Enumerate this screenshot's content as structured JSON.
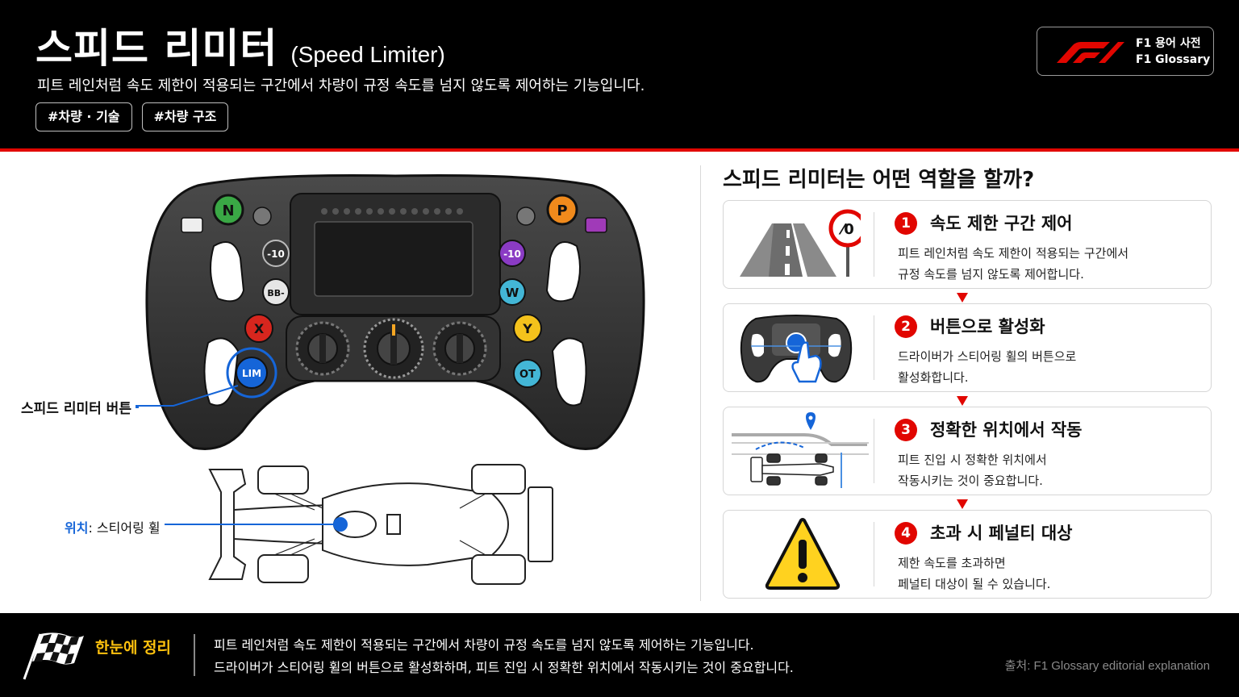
{
  "header": {
    "title": "스피드 리미터",
    "title_en": "(Speed Limiter)",
    "subtitle": "피트 레인처럼 속도 제한이 적용되는 구간에서 차량이 규정 속도를 넘지 않도록 제어하는 기능입니다.",
    "tags": [
      "#차량 · 기술",
      "#차량 구조"
    ],
    "logo_line1": "F1 용어 사전",
    "logo_line2": "F1 Glossary"
  },
  "illustration": {
    "button_labels": {
      "n": "N",
      "p": "P",
      "minus10_left": "-10",
      "minus10_right": "-10",
      "bb": "BB-",
      "w": "W",
      "x": "X",
      "y": "Y",
      "lim": "LIM",
      "ot": "OT"
    },
    "callout_label": "스피드 리미터 버튼",
    "position_key": "위치",
    "position_value": ": 스티어링 휠"
  },
  "right_panel": {
    "title": "스피드 리미터는 어떤 역할을 할까?",
    "sign_text": "⁄0",
    "cards": [
      {
        "num": "1",
        "title": "속도 제한 구간 제어",
        "desc_line1": "피트 레인처럼 속도 제한이 적용되는 구간에서",
        "desc_line2": "규정 속도를 넘지 않도록 제어합니다.",
        "icon": "road-speed-sign-icon"
      },
      {
        "num": "2",
        "title": "버튼으로 활성화",
        "desc_line1": "드라이버가 스티어링 휠의 버튼으로",
        "desc_line2": "활성화합니다.",
        "icon": "steering-wheel-press-icon"
      },
      {
        "num": "3",
        "title": "정확한 위치에서 작동",
        "desc_line1": "피트 진입 시 정확한 위치에서",
        "desc_line2": "작동시키는 것이 중요합니다.",
        "icon": "pit-entry-location-icon"
      },
      {
        "num": "4",
        "title": "초과 시 페널티 대상",
        "desc_line1": "제한 속도를 초과하면",
        "desc_line2": "페널티 대상이 될 수 있습니다.",
        "icon": "warning-icon"
      }
    ]
  },
  "footer": {
    "summary_title": "한눈에 정리",
    "summary_line1": "피트 레인처럼 속도 제한이 적용되는 구간에서 차량이 규정 속도를 넘지 않도록 제어하는 기능입니다.",
    "summary_line2": "드라이버가 스티어링 휠의 버튼으로 활성화하며, 피트 진입 시 정확한 위치에서 작동시키는 것이 중요합니다.",
    "source": "출처: F1 Glossary editorial explanation"
  },
  "colors": {
    "accent_red": "#e10600",
    "highlight_blue": "#1565d8",
    "summary_yellow": "#ffc20e",
    "warning_yellow": "#ffd21f"
  }
}
